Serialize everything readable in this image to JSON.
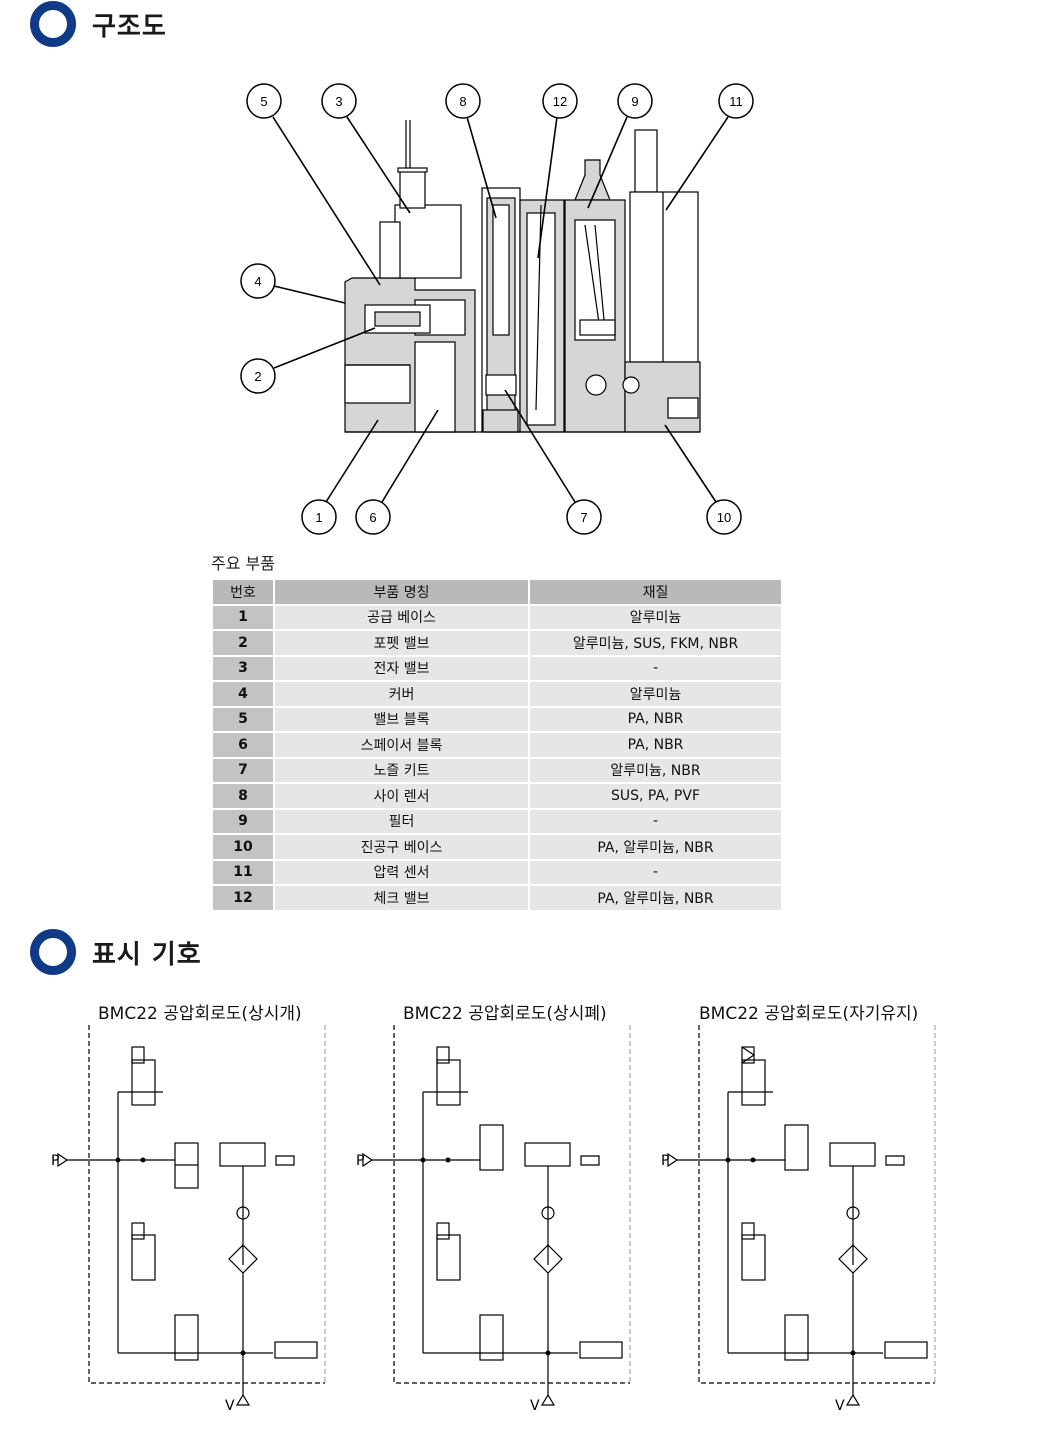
{
  "sections": {
    "structure": {
      "title": "구조도",
      "icon": "ring-bullet-icon",
      "accent": "#0f3a87"
    },
    "symbols": {
      "title": "표시 기호",
      "icon": "ring-bullet-icon",
      "accent": "#0f3a87"
    }
  },
  "diagram": {
    "callouts": [
      "5",
      "3",
      "8",
      "12",
      "9",
      "11",
      "4",
      "2",
      "1",
      "6",
      "7",
      "10"
    ]
  },
  "parts_table": {
    "caption": "주요 부품",
    "headers": {
      "no": "번호",
      "name": "부품 명칭",
      "material": "재질"
    },
    "rows": [
      {
        "no": "1",
        "name": "공급 베이스",
        "material": "알루미늄"
      },
      {
        "no": "2",
        "name": "포펫 밸브",
        "material": "알루미늄, SUS, FKM, NBR"
      },
      {
        "no": "3",
        "name": "전자 밸브",
        "material": "-"
      },
      {
        "no": "4",
        "name": "커버",
        "material": "알루미늄"
      },
      {
        "no": "5",
        "name": "밸브 블록",
        "material": "PA, NBR"
      },
      {
        "no": "6",
        "name": "스페이서 블록",
        "material": "PA, NBR"
      },
      {
        "no": "7",
        "name": "노즐 키트",
        "material": "알루미늄, NBR"
      },
      {
        "no": "8",
        "name": "사이 렌서",
        "material": "SUS, PA, PVF"
      },
      {
        "no": "9",
        "name": "필터",
        "material": "-"
      },
      {
        "no": "10",
        "name": "진공구 베이스",
        "material": "PA, 알루미늄, NBR"
      },
      {
        "no": "11",
        "name": "압력 센서",
        "material": "-"
      },
      {
        "no": "12",
        "name": "체크 밸브",
        "material": "PA, 알루미늄, NBR"
      }
    ]
  },
  "circuits": [
    {
      "title": "BMC22 공압회로도(상시개)",
      "port_in": "P",
      "port_vac": "V"
    },
    {
      "title": "BMC22 공압회로도(상시폐)",
      "port_in": "P",
      "port_vac": "V"
    },
    {
      "title": "BMC22 공압회로도(자기유지)",
      "port_in": "P",
      "port_vac": "V"
    }
  ]
}
